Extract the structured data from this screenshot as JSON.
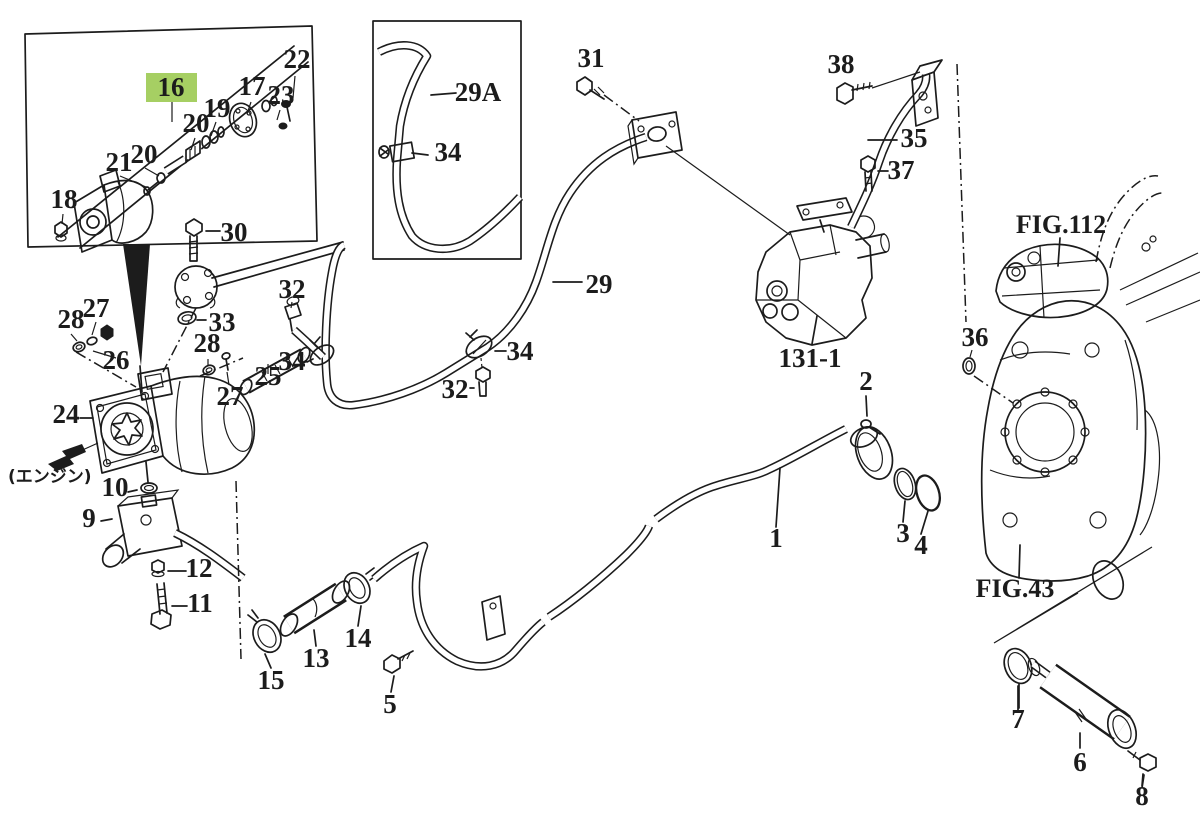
{
  "page": {
    "background": "#ffffff",
    "ink": "#1c1c1c",
    "highlight_color": "#a6cf63"
  },
  "diagram": {
    "type": "exploded-parts-diagram",
    "engine_note": "(エンジン)",
    "figure_refs": [
      "FIG.112",
      "FIG.43"
    ],
    "highlighted_part": "16"
  },
  "callouts": [
    {
      "id": "22",
      "text": "22"
    },
    {
      "id": "16",
      "text": "16",
      "highlighted": true
    },
    {
      "id": "17",
      "text": "17"
    },
    {
      "id": "23",
      "text": "23"
    },
    {
      "id": "19",
      "text": "19"
    },
    {
      "id": "20-a",
      "text": "20"
    },
    {
      "id": "20-b",
      "text": "20"
    },
    {
      "id": "21",
      "text": "21"
    },
    {
      "id": "18",
      "text": "18"
    },
    {
      "id": "30",
      "text": "30"
    },
    {
      "id": "29A",
      "text": "29A"
    },
    {
      "id": "34-a",
      "text": "34"
    },
    {
      "id": "31",
      "text": "31"
    },
    {
      "id": "38",
      "text": "38"
    },
    {
      "id": "35",
      "text": "35"
    },
    {
      "id": "37",
      "text": "37"
    },
    {
      "id": "32-a",
      "text": "32"
    },
    {
      "id": "33",
      "text": "33"
    },
    {
      "id": "28-a",
      "text": "28"
    },
    {
      "id": "27-a",
      "text": "27"
    },
    {
      "id": "26",
      "text": "26"
    },
    {
      "id": "24",
      "text": "24"
    },
    {
      "id": "28-b",
      "text": "28"
    },
    {
      "id": "27-b",
      "text": "27"
    },
    {
      "id": "25",
      "text": "25"
    },
    {
      "id": "34-b",
      "text": "34"
    },
    {
      "id": "32-b",
      "text": "32"
    },
    {
      "id": "34-c",
      "text": "34"
    },
    {
      "id": "29",
      "text": "29"
    },
    {
      "id": "131-1",
      "text": "131-1"
    },
    {
      "id": "2",
      "text": "2"
    },
    {
      "id": "1",
      "text": "1"
    },
    {
      "id": "3",
      "text": "3"
    },
    {
      "id": "4",
      "text": "4"
    },
    {
      "id": "36",
      "text": "36"
    },
    {
      "id": "fig112",
      "text": "FIG.112"
    },
    {
      "id": "fig43",
      "text": "FIG.43"
    },
    {
      "id": "7",
      "text": "7"
    },
    {
      "id": "6",
      "text": "6"
    },
    {
      "id": "8",
      "text": "8"
    },
    {
      "id": "10",
      "text": "10"
    },
    {
      "id": "9",
      "text": "9"
    },
    {
      "id": "12",
      "text": "12"
    },
    {
      "id": "11",
      "text": "11"
    },
    {
      "id": "15",
      "text": "15"
    },
    {
      "id": "13",
      "text": "13"
    },
    {
      "id": "14",
      "text": "14"
    },
    {
      "id": "5",
      "text": "5"
    },
    {
      "id": "engine",
      "text": "(エンジン)"
    }
  ]
}
